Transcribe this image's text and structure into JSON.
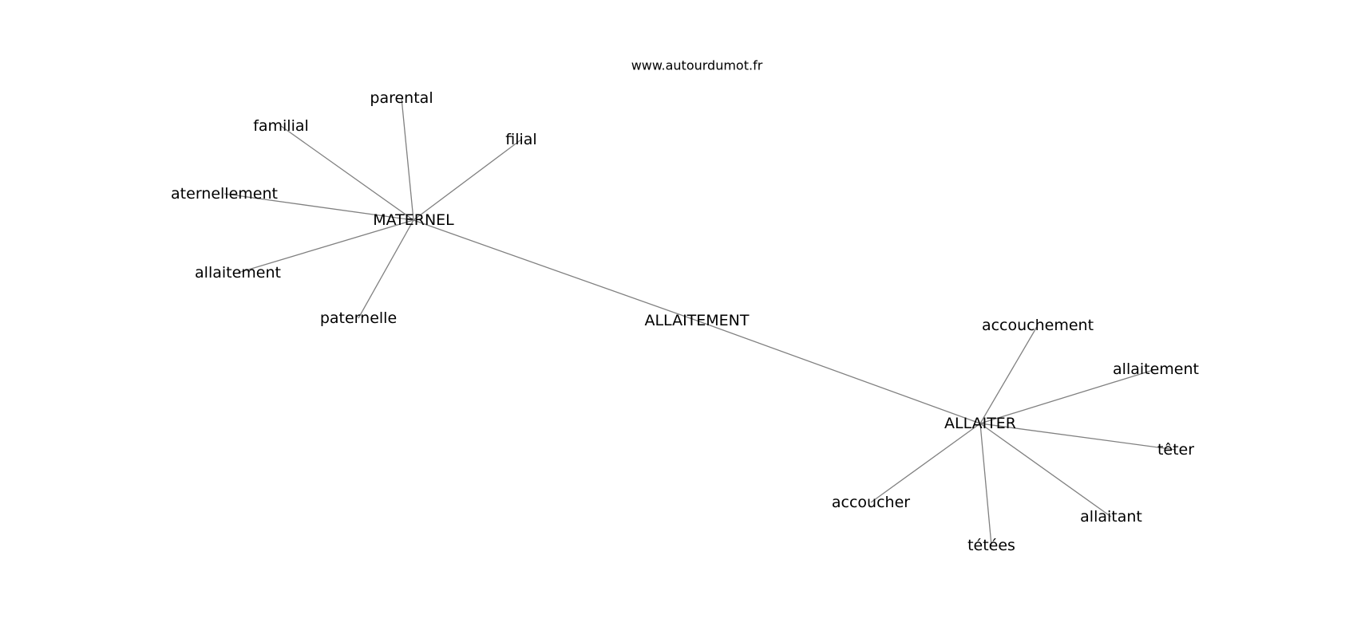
{
  "site": "www.autourdumot.fr",
  "nodes": [
    {
      "id": "allaitement_center",
      "label": "ALLAITEMENT"
    },
    {
      "id": "maternel",
      "label": "MATERNEL"
    },
    {
      "id": "allaiter",
      "label": "ALLAITER"
    },
    {
      "id": "parental",
      "label": "parental"
    },
    {
      "id": "familial",
      "label": "familial"
    },
    {
      "id": "filial",
      "label": "filial"
    },
    {
      "id": "aternellement",
      "label": "aternellement"
    },
    {
      "id": "allaitement_left",
      "label": "allaitement"
    },
    {
      "id": "paternelle",
      "label": "paternelle"
    },
    {
      "id": "accouchement",
      "label": "accouchement"
    },
    {
      "id": "allaitement_right",
      "label": "allaitement"
    },
    {
      "id": "teter",
      "label": "têter"
    },
    {
      "id": "accoucher",
      "label": "accoucher"
    },
    {
      "id": "allaitant",
      "label": "allaitant"
    },
    {
      "id": "tetees",
      "label": "tétées"
    }
  ],
  "edges": [
    [
      "maternel",
      "allaitement_center"
    ],
    [
      "allaitement_center",
      "allaiter"
    ],
    [
      "maternel",
      "parental"
    ],
    [
      "maternel",
      "familial"
    ],
    [
      "maternel",
      "filial"
    ],
    [
      "maternel",
      "aternellement"
    ],
    [
      "maternel",
      "allaitement_left"
    ],
    [
      "maternel",
      "paternelle"
    ],
    [
      "allaiter",
      "accouchement"
    ],
    [
      "allaiter",
      "allaitement_right"
    ],
    [
      "allaiter",
      "teter"
    ],
    [
      "allaiter",
      "accoucher"
    ],
    [
      "allaiter",
      "allaitant"
    ],
    [
      "allaiter",
      "tetees"
    ]
  ]
}
